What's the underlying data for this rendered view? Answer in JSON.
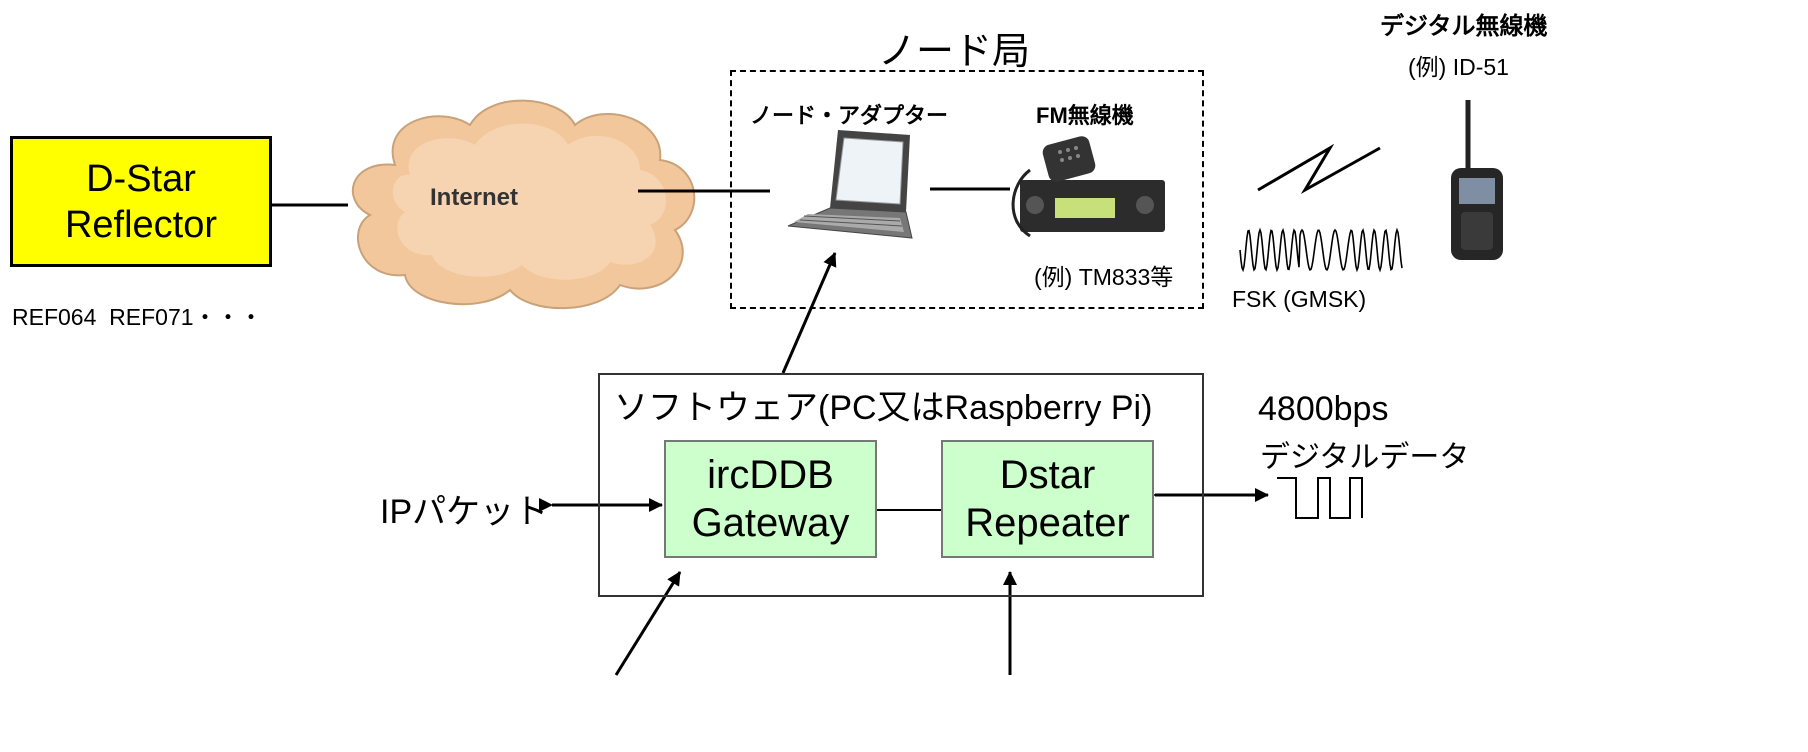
{
  "reflector": {
    "line1": "D-Star",
    "line2": "Reflector",
    "caption": "REF064  REF071・・・"
  },
  "cloud_label": "Internet",
  "node_station": {
    "title": "ノード局",
    "adapter_label": "ノード・アダプター",
    "fm_label": "FM無線機",
    "fm_example": "(例) TM833等"
  },
  "digital_radio": {
    "title": "デジタル無線機",
    "example": "(例) ID-51"
  },
  "modulation": {
    "label": "FSK (GMSK)"
  },
  "software": {
    "title": "ソフトウェア(PC又はRaspberry Pi)",
    "gateway_line1": "ircDDB",
    "gateway_line2": "Gateway",
    "repeater_line1": "Dstar",
    "repeater_line2": "Repeater"
  },
  "ip_packet": "IPパケット",
  "digital_data": {
    "rate": "4800bps",
    "label": "デジタルデータ"
  }
}
